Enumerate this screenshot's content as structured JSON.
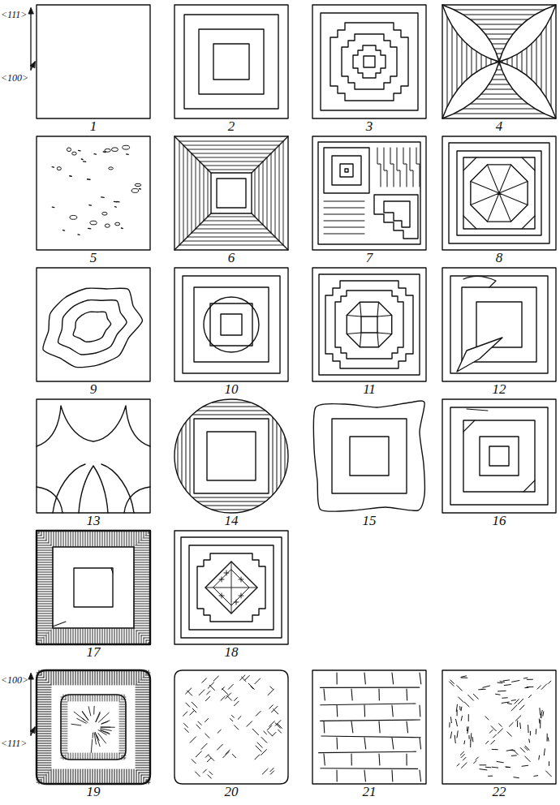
{
  "diagram": {
    "labels": [
      "<111>",
      "<100>",
      "1",
      "2",
      "3",
      "4",
      "5",
      "6",
      "7",
      "8",
      "9",
      "10",
      "11",
      "12",
      "13",
      "14",
      "15",
      "16",
      "17",
      "18",
      "19",
      "20",
      "21",
      "22",
      "<100>",
      "<111>"
    ]
  }
}
